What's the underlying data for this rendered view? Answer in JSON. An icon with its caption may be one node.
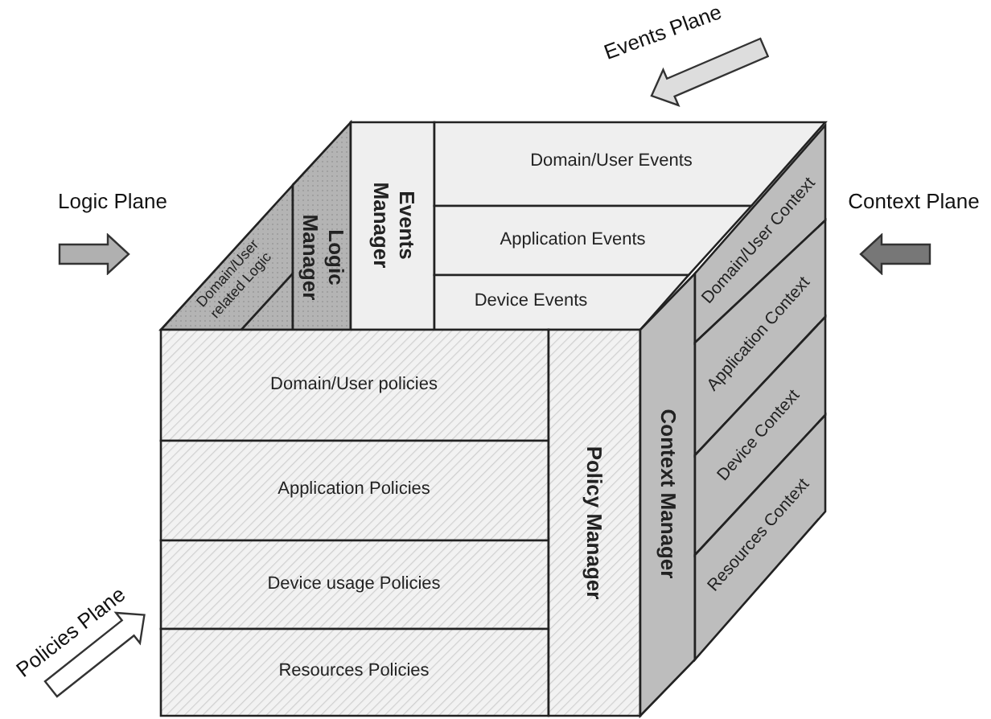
{
  "diagram": {
    "nodes": [
      {
        "text": [
          "Domain/User related Logic"
        ]
      },
      {
        "text": [
          "Logic Manager"
        ]
      },
      {
        "text": [
          "Events Manager"
        ]
      },
      {
        "text": [
          "Domain/User Events"
        ]
      },
      {
        "text": [
          "Application Events"
        ]
      },
      {
        "text": [
          "Device Events"
        ]
      },
      {
        "text": [
          "Domain/User policies"
        ]
      },
      {
        "text": [
          "Application Policies"
        ]
      },
      {
        "text": [
          "Device usage Policies"
        ]
      },
      {
        "text": [
          "Resources Policies"
        ]
      },
      {
        "text": [
          "Policy Manager"
        ]
      },
      {
        "text": [
          "Context Manager"
        ]
      },
      {
        "text": [
          "Domain/User Context"
        ]
      },
      {
        "text": [
          "Application Context"
        ]
      },
      {
        "text": [
          "Device Context"
        ]
      },
      {
        "text": [
          "Resources Context"
        ]
      }
    ],
    "labels": [
      "Events Plane",
      "Logic Plane",
      "Context Plane",
      "Policies Plane"
    ]
  }
}
